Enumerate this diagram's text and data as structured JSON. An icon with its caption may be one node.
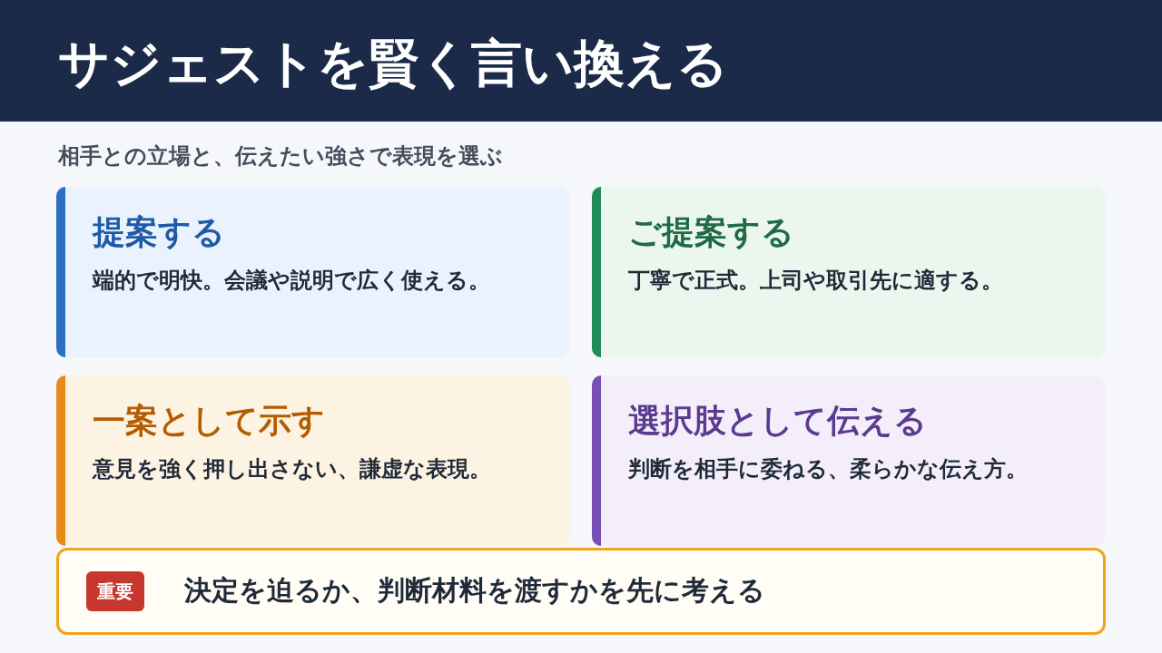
{
  "diagram": {
    "title": "サジェストを賢く言い換える",
    "nodes": [
      {
        "text": [
          "提案する",
          "端的で明快。会議や説明で広く使える。"
        ]
      },
      {
        "text": [
          "ご提案する",
          "丁寧で正式。上司や取引先に適する。"
        ]
      },
      {
        "text": [
          "一案として示す",
          "意見を強く押し出さない、謙虚な表現。"
        ]
      },
      {
        "text": [
          "選択肢として伝える",
          "判断を相手に委ねる、柔らかな伝え方。"
        ]
      },
      {
        "text": [
          "決定を迫るか、判断材料を渡すかを先に考える"
        ]
      },
      {
        "text": [
          "重要"
        ],
        "in": 4
      }
    ],
    "edges": [],
    "labels": [
      "相手との立場と、伝えたい強さで表現を選ぶ"
    ]
  }
}
